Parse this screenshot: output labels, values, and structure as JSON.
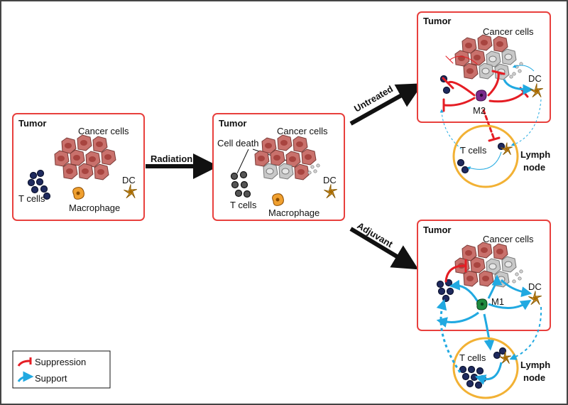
{
  "panels": {
    "baseline": {
      "title": "Tumor",
      "cancer_label": "Cancer cells",
      "tcells_label": "T cells",
      "macrophage_label": "Macrophage",
      "dc_label": "DC"
    },
    "radiated": {
      "title": "Tumor",
      "cancer_label": "Cancer cells",
      "cell_death_label": "Cell death",
      "tcells_label": "T cells",
      "macrophage_label": "Macrophage",
      "dc_label": "DC"
    },
    "untreated": {
      "title": "Tumor",
      "cancer_label": "Cancer cells",
      "macrophage_label": "M2",
      "dc_label": "DC",
      "node_tcells_label": "T cells",
      "lymph_label_1": "Lymph",
      "lymph_label_2": "node"
    },
    "adjuvant": {
      "title": "Tumor",
      "cancer_label": "Cancer cells",
      "macrophage_label": "M1",
      "dc_label": "DC",
      "node_tcells_label": "T cells",
      "lymph_label_1": "Lymph",
      "lymph_label_2": "node"
    }
  },
  "arrows": {
    "radiation": "Radiation",
    "untreated": "Untreated",
    "adjuvant": "Adjuvant"
  },
  "legend": {
    "suppression": "Suppression",
    "support": "Support"
  },
  "colors": {
    "panel_border": "#e8403d",
    "cancer_fill": "#c9716c",
    "cancer_nucleus": "#a8443f",
    "dead_cell": "#c8c8c8",
    "tcell": "#1f2a5e",
    "macrophage": "#f0a030",
    "m2": "#7b2a8c",
    "m1": "#1f8a3f",
    "dc": "#e3a43a",
    "lymph_node": "#f2b134",
    "suppression": "#e51d24",
    "support": "#21a9e1",
    "black_arrow": "#111111"
  }
}
